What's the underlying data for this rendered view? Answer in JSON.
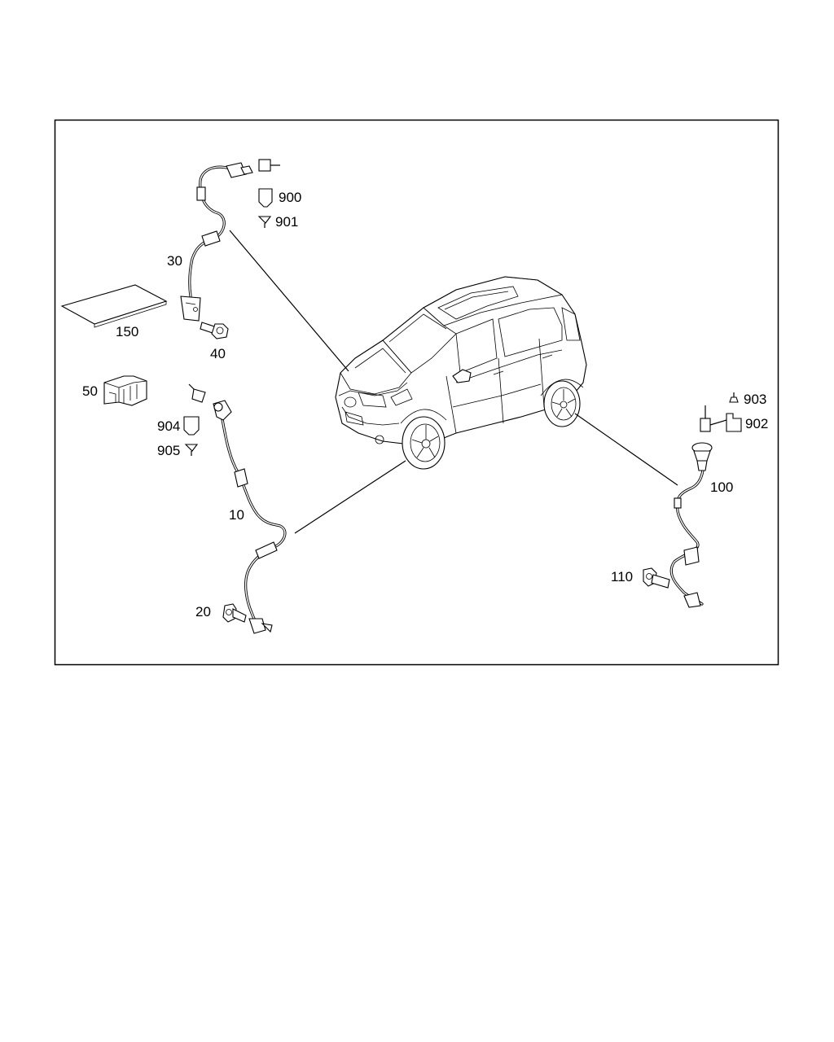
{
  "diagram": {
    "labels": {
      "l10": "10",
      "l20": "20",
      "l30": "30",
      "l40": "40",
      "l50": "50",
      "l100": "100",
      "l110": "110",
      "l150": "150",
      "l900": "900",
      "l901": "901",
      "l902": "902",
      "l903": "903",
      "l904": "904",
      "l905": "905"
    }
  }
}
